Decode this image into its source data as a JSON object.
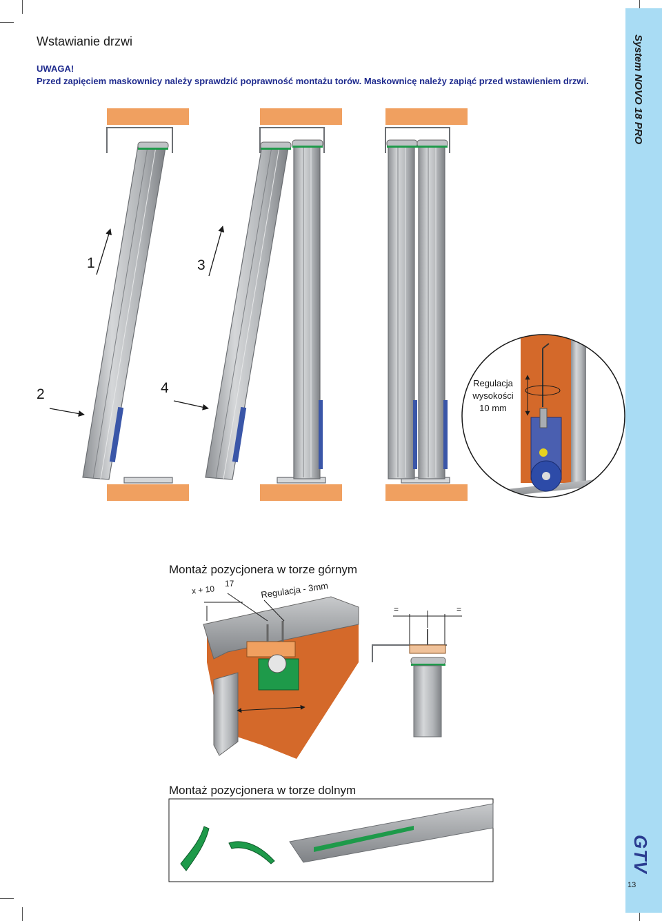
{
  "page": {
    "title": "Wstawianie drzwi",
    "warning_title": "UWAGA!",
    "warning_text": "Przed zapięciem maskownicy należy sprawdzić poprawność montażu torów. Maskownicę należy zapiąć przed wstawieniem drzwi.",
    "series": "System NOVO 18 PRO",
    "page_number": "13",
    "brand": "GTV"
  },
  "steps": [
    "1",
    "2",
    "3",
    "4"
  ],
  "detail": {
    "height_adjust_label": "Regulacja wysokości 10 mm"
  },
  "top_track_section": {
    "title": "Montaż pozycjonera w torze górnym",
    "dim_x": "x + 10",
    "dim_17": "17",
    "adjust": "Regulacja - 3mm",
    "equal_mark": "="
  },
  "bottom_track_section": {
    "title": "Montaż pozycjonera w torze dolnym"
  },
  "colors": {
    "orange": "#f0a060",
    "panel": "#b9bcbf",
    "side_band": "#a9dcf4",
    "accent_text": "#1f2b8e",
    "green": "#1e9a4a"
  },
  "icons": [
    "crop-marks",
    "arrow-icon",
    "rotate-arrow-icon",
    "hex-key-icon"
  ]
}
